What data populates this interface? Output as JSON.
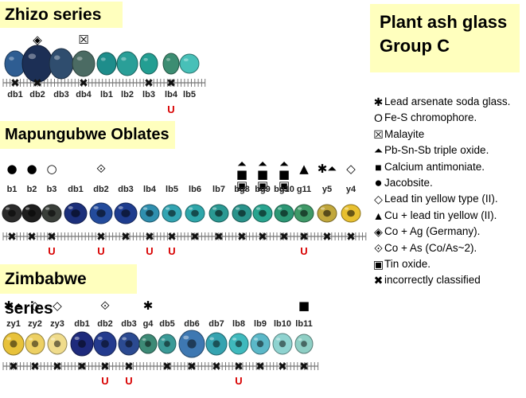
{
  "titles": {
    "zhizo": "Zhizo series",
    "mapungubwe": "Mapungubwe Oblates",
    "zimbabwe": "Zimbabwe  series",
    "plant_line1": "Plant ash glass",
    "plant_line2": "Group C"
  },
  "legend": [
    {
      "icon": "asterisk-icon",
      "glyph": "✱",
      "text": "Lead arsenate soda glass."
    },
    {
      "icon": "circle-outline-icon",
      "glyph": "O",
      "text": "Fe-S chromophore."
    },
    {
      "icon": "boxed-x-icon",
      "glyph": "☒",
      "text": "Malayite"
    },
    {
      "icon": "triangle-hat-icon",
      "glyph": "⏶",
      "text": "Pb-Sn-Sb triple oxide."
    },
    {
      "icon": "small-square-icon",
      "glyph": "■",
      "text": "Calcium antimoniate."
    },
    {
      "icon": "filled-circle-icon",
      "glyph": "●",
      "text": "Jacobsite."
    },
    {
      "icon": "diamond-outline-icon",
      "glyph": "◇",
      "text": "Lead tin yellow type (II)."
    },
    {
      "icon": "filled-triangle-icon",
      "glyph": "▲",
      "text": "Cu + lead tin yellow (II)."
    },
    {
      "icon": "diamond-boxed-icon",
      "glyph": "◈",
      "text": "Co + Ag (Germany)."
    },
    {
      "icon": "diamond-dot-icon",
      "glyph": "⟐",
      "text": "Co + As (Co/As~2)."
    },
    {
      "icon": "square-dot-icon",
      "glyph": "▣",
      "text": "Tin oxide."
    },
    {
      "icon": "small-x-icon",
      "glyph": "✖",
      "text": "incorrectly classified"
    }
  ],
  "zhizo": {
    "labels": [
      "db1",
      "db2",
      "db3",
      "db4",
      "lb1",
      "lb2",
      "lb3",
      "lb4",
      "lb5"
    ],
    "symbols": [
      "",
      "◈",
      "",
      "☒",
      "",
      "",
      "",
      "",
      ""
    ],
    "x_marks": [
      true,
      true,
      false,
      true,
      false,
      false,
      true,
      true,
      false
    ],
    "u_marks": [
      false,
      false,
      false,
      false,
      false,
      false,
      false,
      true,
      false
    ],
    "u_text": "U",
    "x_text": "✖",
    "colors": [
      "#2e5d92",
      "#1c2f55",
      "#2f4d6e",
      "#4b6b63",
      "#1e8d8b",
      "#2a9f98",
      "#239e92",
      "#3c8d72",
      "#48c0b8"
    ]
  },
  "mapungubwe": {
    "labels": [
      "b1",
      "b2",
      "b3",
      "db1",
      "db2",
      "db3",
      "lb4",
      "lb5",
      "lb6",
      "lb7",
      "bg8",
      "bg9",
      "bg10",
      "g11",
      "y5",
      "y4"
    ],
    "symbols": [
      "●",
      "●",
      "○",
      "",
      "⟐",
      "",
      "",
      "",
      "",
      "",
      "▣■⏶",
      "▣■⏶",
      "▣■⏶",
      "▲",
      "✱⏶",
      "◇"
    ],
    "x_marks": [
      true,
      true,
      true,
      false,
      true,
      true,
      true,
      true,
      true,
      true,
      true,
      true,
      true,
      true,
      true,
      true
    ],
    "u_marks": [
      false,
      false,
      true,
      false,
      true,
      false,
      true,
      true,
      false,
      false,
      false,
      false,
      false,
      true,
      false,
      false
    ],
    "colors": [
      "#2b2b2b",
      "#1e1e1e",
      "#3a3f3a",
      "#1b2f7a",
      "#234b9c",
      "#1e3c8e",
      "#2f8faf",
      "#32a4b2",
      "#2ea6aa",
      "#2a9993",
      "#29938b",
      "#28a48f",
      "#2c9775",
      "#3f9968",
      "#c1a73c",
      "#e8c030"
    ]
  },
  "zimbabwe": {
    "labels": [
      "zy1",
      "zy2",
      "zy3",
      "db1",
      "db2",
      "db3",
      "g4",
      "db5",
      "db6",
      "db7",
      "lb8",
      "lb9",
      "lb10",
      "lb11"
    ],
    "symbols": [
      "✱⏶",
      "◇",
      "◇",
      "",
      "⟐",
      "",
      "✱",
      "",
      "",
      "",
      "",
      "",
      "",
      "■"
    ],
    "x_marks": [
      true,
      true,
      true,
      true,
      true,
      true,
      false,
      true,
      true,
      true,
      true,
      true,
      true,
      true
    ],
    "u_marks": [
      false,
      false,
      false,
      false,
      true,
      true,
      false,
      false,
      false,
      false,
      true,
      false,
      false,
      false
    ],
    "colors": [
      "#e8c23a",
      "#edd063",
      "#f0dc8c",
      "#1e2a7c",
      "#243b8e",
      "#2b4a91",
      "#3d8a76",
      "#3a9a97",
      "#3e78b2",
      "#35a3b0",
      "#3fb9bd",
      "#5bb8c8",
      "#8fd3d0",
      "#8fcfc5"
    ]
  }
}
